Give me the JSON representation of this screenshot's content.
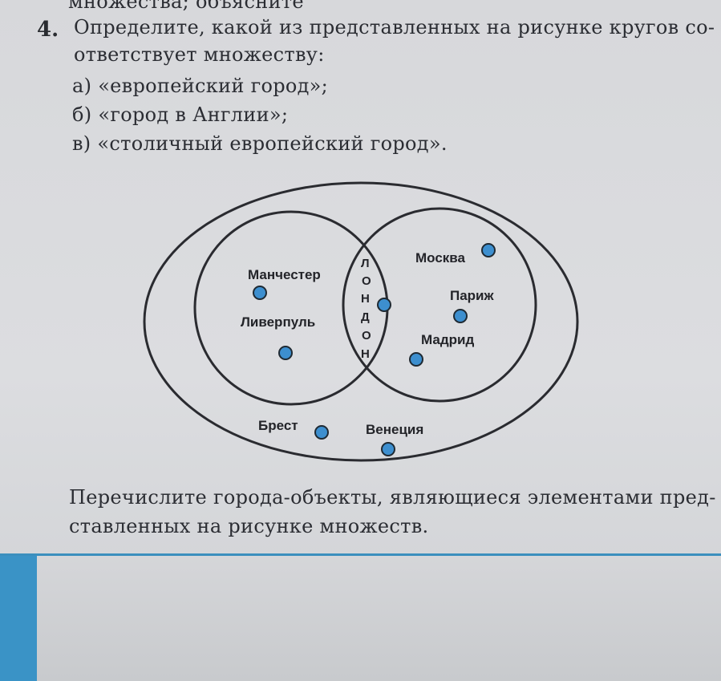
{
  "question": {
    "top_cut_text": "множества; объясните",
    "number": "4.",
    "text_line1": "Определите, какой из представленных на рисунке кругов со-",
    "text_line2": "ответствует множеству:",
    "options": [
      "а) «европейский город»;",
      "б) «город в Англии»;",
      "в) «столичный европейский город»."
    ]
  },
  "diagram": {
    "labels": {
      "manchester": "Манчестер",
      "liverpool": "Ливерпуль",
      "moscow": "Москва",
      "paris": "Париж",
      "madrid": "Мадрид",
      "brest": "Брест",
      "venice": "Венеция"
    },
    "london_letters": [
      "Л",
      "О",
      "Н",
      "Д",
      "О",
      "Н"
    ],
    "dot_color": "#3d8fcf",
    "line_color": "#2a2b30"
  },
  "task": {
    "line1": "Перечислите города-объекты, являющиеся элементами пред-",
    "line2": "ставленных на рисунке множеств."
  },
  "colors": {
    "accent_blue": "#3a93c6"
  }
}
